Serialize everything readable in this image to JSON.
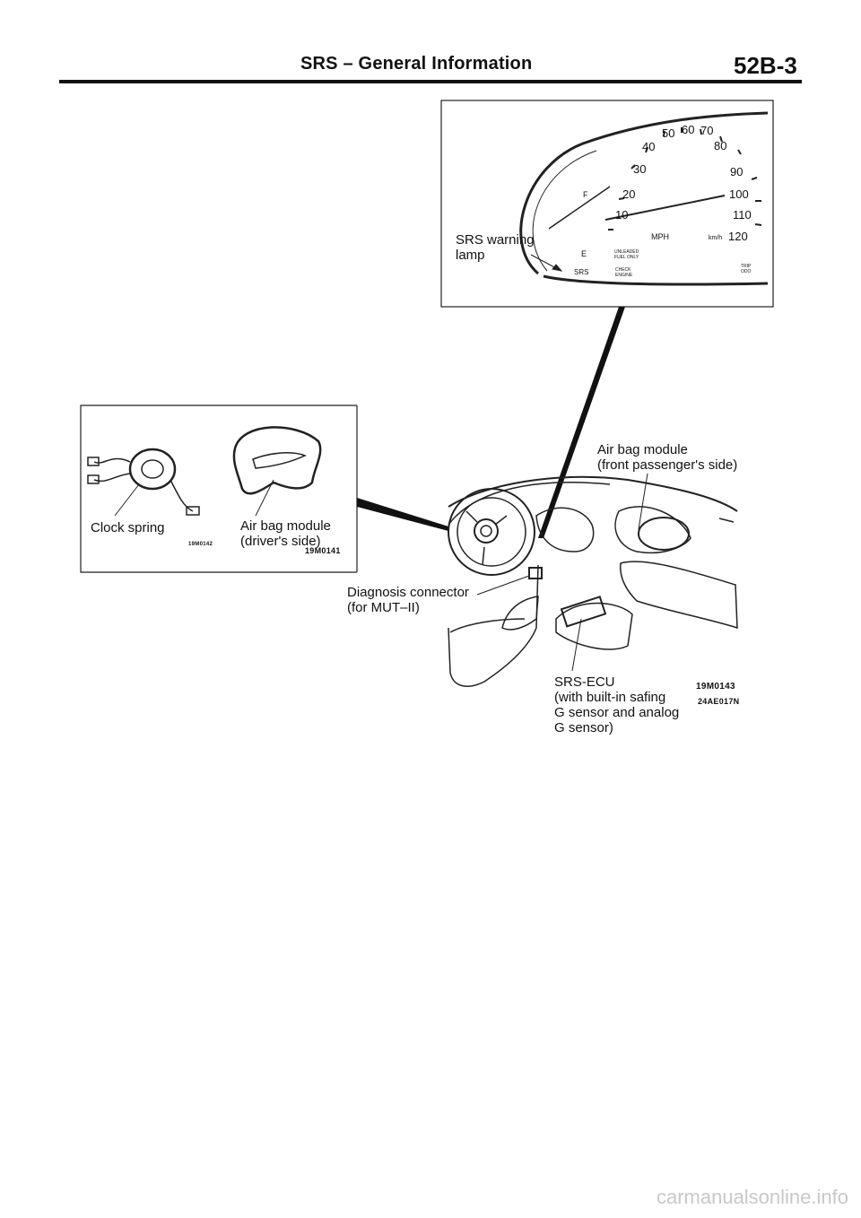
{
  "header": {
    "title": "SRS – General Information",
    "page_number": "52B-3"
  },
  "gauge_figure": {
    "warning_lamp_label": "SRS warning\nlamp",
    "speed_marks": [
      "40",
      "50",
      "60",
      "70",
      "80",
      "30",
      "90",
      "20",
      "100",
      "10",
      "110",
      "120"
    ],
    "mph_label": "MPH",
    "kmh_label": "km/h",
    "small_labels": {
      "srs": "SRS",
      "fuel_e": "E",
      "fuel_f": "F",
      "unleaded": "UNLEADED\nFUEL ONLY",
      "check_engine": "CHECK\nENGINE",
      "trip": "TRIP\nODO"
    }
  },
  "component_figure": {
    "clock_spring_label": "Clock spring",
    "driver_airbag_label": "Air bag module\n(driver's side)",
    "code_left": "19M0142",
    "code_right": "19M0141"
  },
  "vehicle_figure": {
    "passenger_airbag_label": "Air bag module\n(front passenger's side)",
    "diagnosis_connector_label": "Diagnosis connector\n(for MUT–II)",
    "srs_ecu_label": "SRS-ECU\n(with built-in safing\nG sensor and analog\nG sensor)",
    "code_1": "19M0143",
    "code_2": "24AE017N"
  },
  "footer": {
    "watermark": "carmanualsonline.info"
  }
}
